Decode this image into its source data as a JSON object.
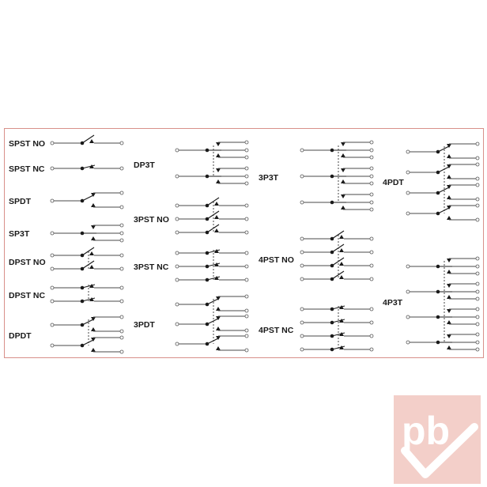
{
  "colors": {
    "frame": "#d8908a",
    "background": "#ffffff",
    "watermark": "#f3cfc9"
  },
  "watermark": {
    "text": "pb",
    "icon": "check-mark-icon"
  },
  "switches": [
    {
      "label": "SPST NO"
    },
    {
      "label": "SPST NC"
    },
    {
      "label": "SPDT"
    },
    {
      "label": "SP3T"
    },
    {
      "label": "DPST NO"
    },
    {
      "label": "DPST NC"
    },
    {
      "label": "DPDT"
    },
    {
      "label": "DP3T"
    },
    {
      "label": "3PST NO"
    },
    {
      "label": "3PST NC"
    },
    {
      "label": "3PDT"
    },
    {
      "label": "3P3T"
    },
    {
      "label": "4PST NO"
    },
    {
      "label": "4PST NC"
    },
    {
      "label": "4PDT"
    },
    {
      "label": "4P3T"
    }
  ]
}
